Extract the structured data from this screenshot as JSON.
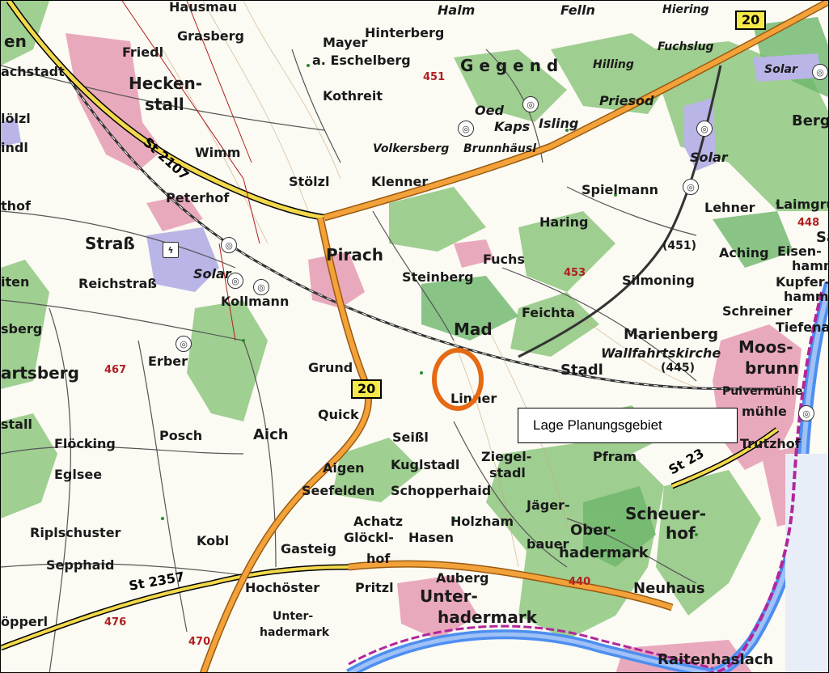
{
  "colors": {
    "forest": "#8ec77f",
    "forest_dark": "#6db76a",
    "settlement": "#e9a9bc",
    "solar_area": "#b9b5e6",
    "main_road": "#f3a23a",
    "state_road": "#f2d94b",
    "river": "#4d8ef0",
    "border": "#b3259b",
    "marker": "#e56a13",
    "elevation_text": "#b02020"
  },
  "legend": {
    "label": "Lage Planungsgebiet"
  },
  "shields": {
    "b20_top": "20",
    "b20_mid": "20"
  },
  "roads": {
    "st2107": "St 2107",
    "st2357": "St 2357",
    "st23": "St 23"
  },
  "elevations": {
    "e451a": "451",
    "e453": "453",
    "e448": "448",
    "e451b": "(451)",
    "e445": "(445)",
    "e467": "467",
    "e476": "476",
    "e470": "470",
    "e440": "440"
  },
  "places": {
    "halm": "Halm",
    "felln": "Felln",
    "hiering": "Hiering",
    "hausmau": "Hausmau",
    "grasberg": "Grasberg",
    "friedl": "Friedl",
    "hinterberg": "Hinterberg",
    "mayer": "Mayer",
    "eschelberg": "a. Eschelberg",
    "gegend": "G e g e n d",
    "hilling": "Hilling",
    "fuchslug": "Fuchslug",
    "solar_tr": "Solar",
    "heckenstall_1": "Hecken-",
    "heckenstall_2": "stall",
    "kothreit": "Kothreit",
    "oed": "Oed",
    "kaps": "Kaps",
    "isling": "Isling",
    "priesod": "Priesod",
    "berg": "Berg",
    "en": "en",
    "achstadt": "achstadt",
    "holzl": "lölzl",
    "indl": "indl",
    "wimm": "Wimm",
    "volkersberg": "Volkersberg",
    "brunnhausl": "Brunnhäusl",
    "solar_r": "Solar",
    "stolzl": "Stölzl",
    "klenner": "Klenner",
    "peterhof": "Peterhof",
    "spielmann": "Spielmann",
    "lehner": "Lehner",
    "laimgrub": "Laimgrub",
    "thof": "thof",
    "haring": "Haring",
    "strass": "Straß",
    "pirach": "Pirach",
    "fuchs": "Fuchs",
    "aching": "Aching",
    "eisenhamm_1": "Eisen-",
    "eisenhamm_2": "hamm",
    "sa": "Sä",
    "solar_l": "Solar",
    "iten": "iten",
    "reichstrass": "Reichstraß",
    "steinberg": "Steinberg",
    "silmoning": "Silmoning",
    "kupferhammer_1": "Kupfer-",
    "kupferhammer_2": "hammer",
    "kollmann": "Kollmann",
    "schreiner": "Schreiner",
    "feichta": "Feichta",
    "sberg": "sberg",
    "mad": "Mad",
    "tiefenau": "Tiefenau",
    "marienberg": "Marienberg",
    "wallfahrtskirche": "Wallfahrtskirche",
    "moos_1": "Moos-",
    "moos_2": "brunn",
    "erber": "Erber",
    "grund": "Grund",
    "artsberg": "artsberg",
    "stadl": "Stadl",
    "pulvermuhle": "Pulvermühle",
    "linner": "Linner",
    "muhle": "mühle",
    "quick": "Quick",
    "stall_l": "stall",
    "flocking": "Flöcking",
    "posch": "Posch",
    "aich": "Aich",
    "seissl": "Seißl",
    "trutzhof": "Trutzhof",
    "egisee": "Eglsee",
    "aigen": "Aigen",
    "kuglstadl": "Kuglstadl",
    "ziegel_1": "Ziegel-",
    "ziegel_2": "stadl",
    "pfram": "Pfram",
    "seefelden": "Seefelden",
    "schopperhaid": "Schopperhaid",
    "jager_1": "Jäger-",
    "jager_2": "bauer",
    "scheuer_1": "Scheuer-",
    "scheuer_2": "hof",
    "ripischuster": "Riplschuster",
    "achatz": "Achatz",
    "holzham": "Holzham",
    "kobl": "Kobl",
    "glockl_1": "Glöckl-",
    "glockl_2": "hof",
    "hasen": "Hasen",
    "ober_1": "Ober-",
    "ober_2": "hadermark",
    "gasteig": "Gasteig",
    "sepphaid": "Sepphaid",
    "auberg": "Auberg",
    "hochoster": "Hochöster",
    "pritzl": "Pritzl",
    "unter_1": "Unter-",
    "unter_2": "hadermark",
    "neuhaus": "Neuhaus",
    "unter2_1": "Unter-",
    "unter2_2": "hadermark",
    "opperl": "öpperl",
    "raitenhaslach": "Raitenhaslach"
  }
}
